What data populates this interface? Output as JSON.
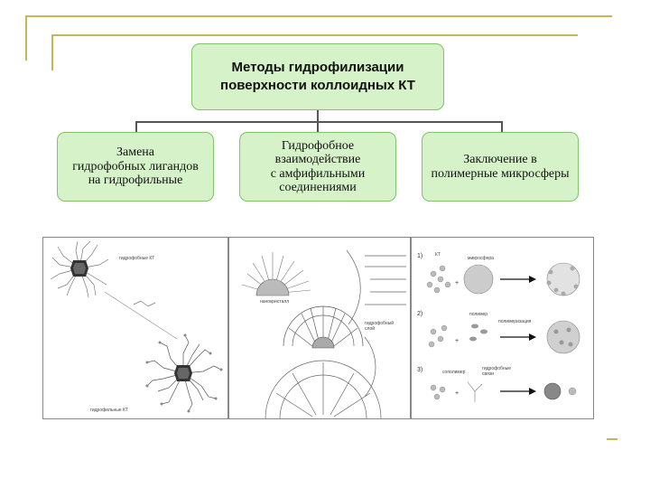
{
  "slide": {
    "title": "Методы гидрофилизации\nповерхности коллоидных КТ",
    "methods": [
      {
        "label": "Замена\nгидрофобных лигандов\nна гидрофильные"
      },
      {
        "label": "Гидрофобное\nвзаимодействие\nс амфифильными\nсоединениями"
      },
      {
        "label": "Заключение в\nполимерные микросферы"
      }
    ]
  },
  "figure": {
    "panel1": {
      "top_label": "гидрофобные КТ",
      "bottom_label": "гидрофильные КТ"
    },
    "panel2": {
      "label_core": "нанокристалл",
      "label_mid": "гидрофобный\nслой"
    },
    "panel3": {
      "steps": [
        "1)",
        "2)",
        "3)"
      ],
      "labels": [
        "КТ",
        "микросфера",
        "полимер",
        "полимеризация",
        "сополимер",
        "гидрофобные\nсвязи"
      ]
    }
  },
  "colors": {
    "accent": "#c9b458",
    "box_fill": "#d6f2c8",
    "box_border": "#7fc36a"
  }
}
